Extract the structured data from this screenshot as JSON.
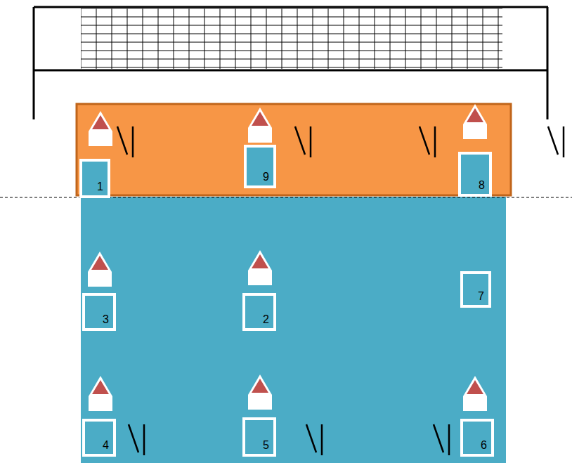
{
  "diagram": {
    "nodes": [
      {
        "text": [
          "1"
        ]
      },
      {
        "text": [
          "9"
        ]
      },
      {
        "text": [
          "8"
        ]
      },
      {
        "text": [
          "3"
        ]
      },
      {
        "text": [
          "2"
        ]
      },
      {
        "text": [
          "7"
        ]
      },
      {
        "text": [
          "4"
        ]
      },
      {
        "text": [
          "5"
        ]
      },
      {
        "text": [
          "6"
        ]
      }
    ]
  }
}
